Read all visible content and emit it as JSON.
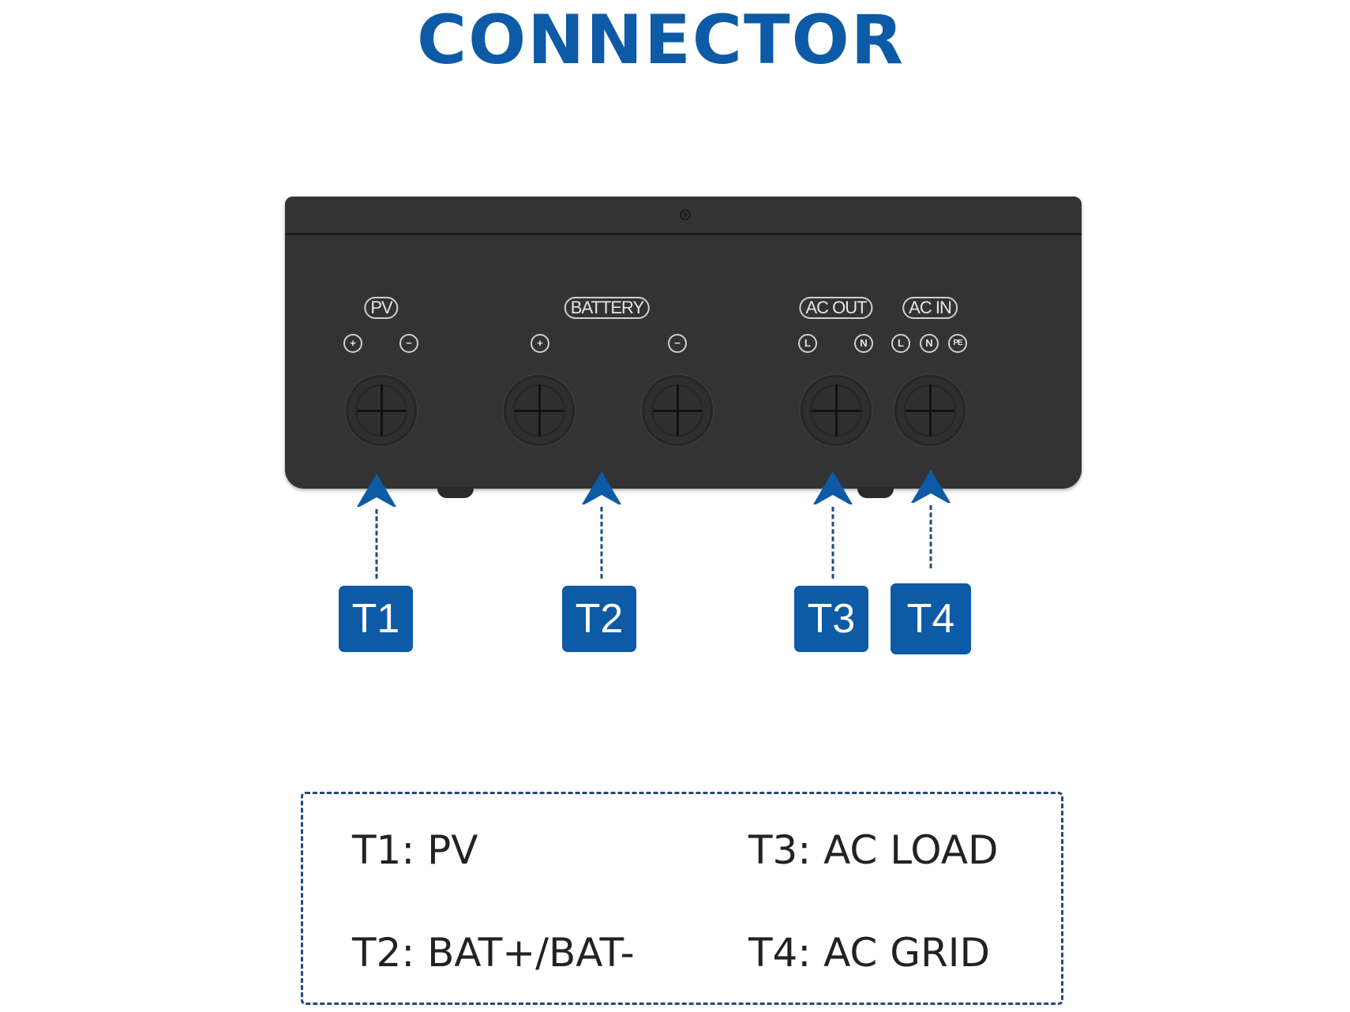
{
  "title": "CONNECTOR",
  "colors": {
    "brand_blue": "#0d5aa7",
    "dash_navy": "#1e4a7e",
    "device_body": "#333333",
    "text_dark": "#222222"
  },
  "device": {
    "port_groups": [
      {
        "label": "PV",
        "markers": [
          "+",
          "−"
        ]
      },
      {
        "label": "BATTERY",
        "markers": [
          "+",
          "−"
        ]
      },
      {
        "label": "AC OUT",
        "markers": [
          "L",
          "N"
        ]
      },
      {
        "label": "AC IN",
        "markers": [
          "L",
          "N",
          "PE"
        ]
      }
    ],
    "glands": [
      "pv-gland",
      "battery-positive-gland",
      "battery-negative-gland",
      "ac-out-gland",
      "ac-in-gland"
    ]
  },
  "tags": [
    {
      "id": "T1",
      "label": "T1"
    },
    {
      "id": "T2",
      "label": "T2"
    },
    {
      "id": "T3",
      "label": "T3"
    },
    {
      "id": "T4",
      "label": "T4"
    }
  ],
  "legend": [
    {
      "text": "T1: PV"
    },
    {
      "text": "T2: BAT+/BAT-"
    },
    {
      "text": "T3: AC LOAD"
    },
    {
      "text": "T4: AC GRID"
    }
  ]
}
